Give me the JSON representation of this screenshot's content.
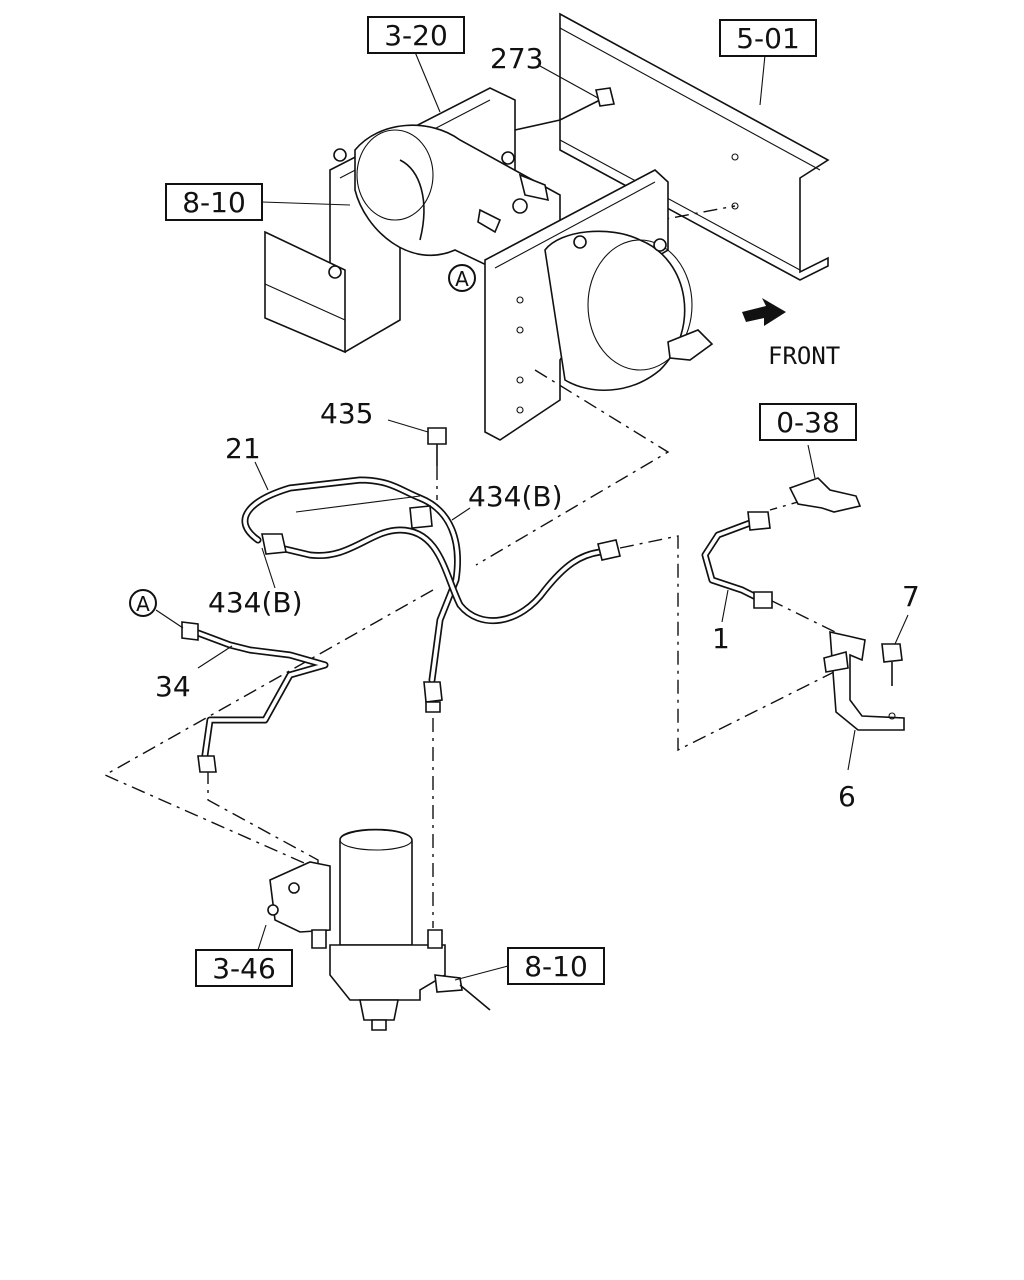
{
  "callouts": {
    "ref_3_20": "3-20",
    "ref_5_01": "5-01",
    "ref_8_10_top": "8-10",
    "ref_0_38": "0-38",
    "ref_3_46": "3-46",
    "ref_8_10_bottom": "8-10"
  },
  "parts": {
    "p273": "273",
    "p435": "435",
    "p21": "21",
    "p434b_upper": "434(B)",
    "p434b_lower": "434(B)",
    "p34": "34",
    "p1": "1",
    "p7": "7",
    "p6": "6"
  },
  "markers": {
    "circle_a_top": "A",
    "circle_a_left": "A"
  },
  "direction": {
    "front_label": "FRONT"
  }
}
